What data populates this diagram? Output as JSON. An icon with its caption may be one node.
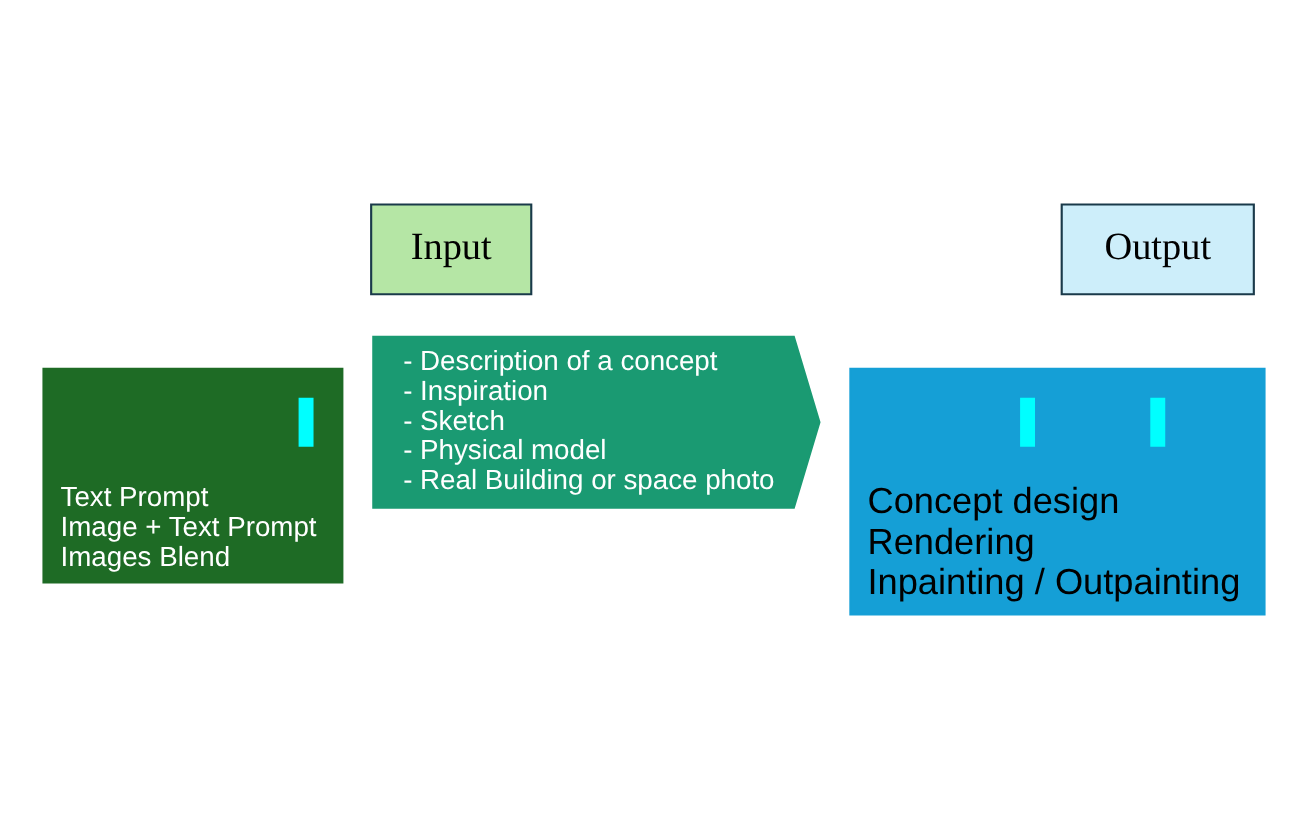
{
  "diagram": {
    "nodes": [
      {
        "text": [
          "Input"
        ]
      },
      {
        "text": [
          "Text Prompt",
          "Image + Text Prompt",
          "Images Blend"
        ]
      },
      {
        "text": [
          "- Description of a concept",
          "- Inspiration",
          "- Sketch",
          "- Physical model",
          "- Real Building or space photo"
        ]
      },
      {
        "text": [
          "Output"
        ]
      },
      {
        "text": [
          "Concept design",
          "Rendering",
          "Inpainting / Outpainting"
        ]
      },
      {
        "text": [],
        "shape": "bar",
        "in": 1
      },
      {
        "text": [],
        "shape": "bar",
        "in": 4
      },
      {
        "text": [],
        "shape": "bar",
        "in": 4
      }
    ]
  }
}
